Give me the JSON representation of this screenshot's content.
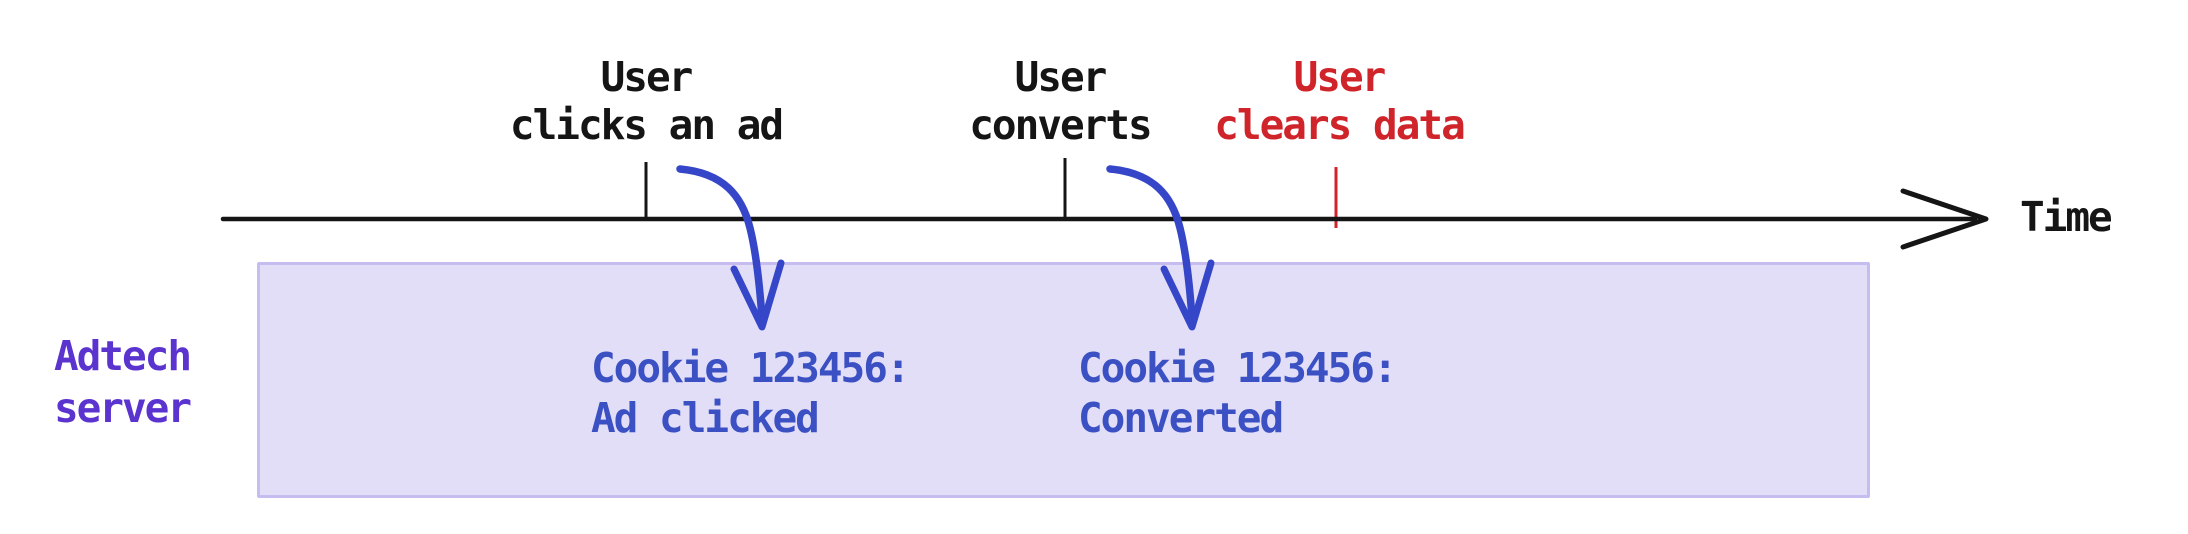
{
  "timeline": {
    "axis_label": "Time",
    "events": [
      {
        "id": "click",
        "text": "User\nclicks an ad"
      },
      {
        "id": "convert",
        "text": "User\nconverts"
      },
      {
        "id": "clear",
        "text": "User\nclears data"
      }
    ]
  },
  "server": {
    "label": "Adtech\nserver",
    "records": [
      {
        "text": "Cookie 123456:\nAd clicked"
      },
      {
        "text": "Cookie 123456:\nConverted"
      }
    ]
  },
  "colors": {
    "event_text": "#151515",
    "cleared_event_text": "#d0242b",
    "record_text": "#3a50c3",
    "arrow_blue": "#3546c8",
    "server_label": "#5b33cf",
    "box_fill": "#e3def7",
    "box_border": "#c7bcf0",
    "axis": "#151515"
  }
}
